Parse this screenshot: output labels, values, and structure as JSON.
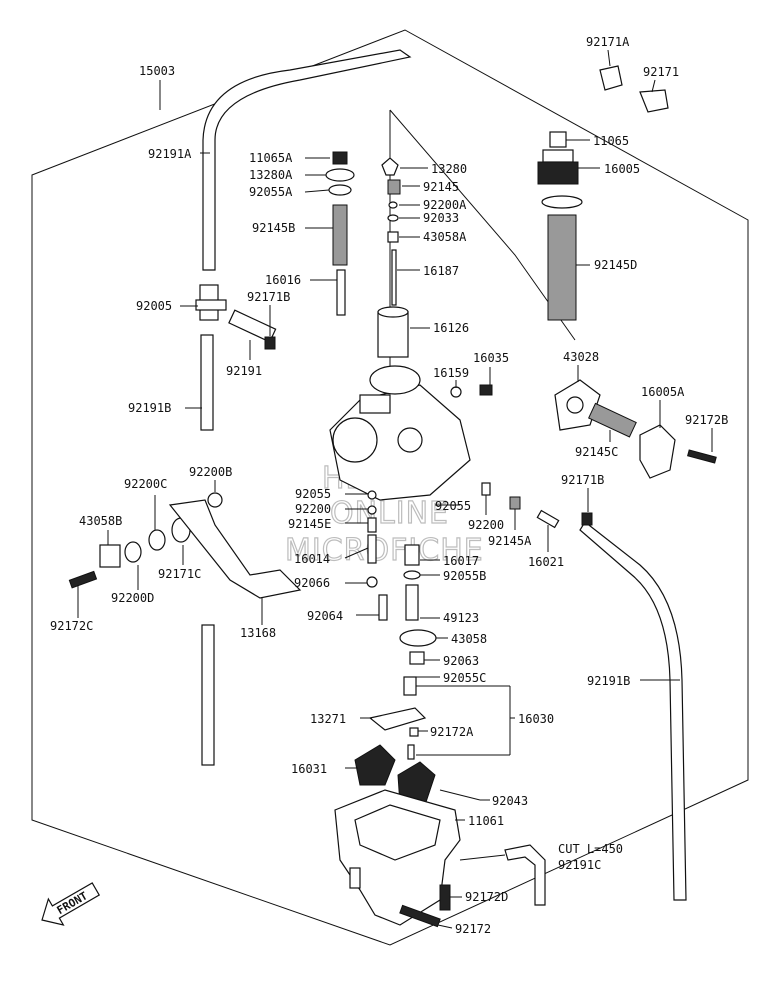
{
  "diagram": {
    "labels": [
      {
        "id": "15003",
        "text": "15003"
      },
      {
        "id": "92191A",
        "text": "92191A"
      },
      {
        "id": "92005",
        "text": "92005"
      },
      {
        "id": "92171B_l",
        "text": "92171B"
      },
      {
        "id": "92191",
        "text": "92191"
      },
      {
        "id": "92191B_l",
        "text": "92191B"
      },
      {
        "id": "92200C",
        "text": "92200C"
      },
      {
        "id": "92200B",
        "text": "92200B"
      },
      {
        "id": "43058B",
        "text": "43058B"
      },
      {
        "id": "92171C",
        "text": "92171C"
      },
      {
        "id": "92200D",
        "text": "92200D"
      },
      {
        "id": "92172C",
        "text": "92172C"
      },
      {
        "id": "13168",
        "text": "13168"
      },
      {
        "id": "11065A",
        "text": "11065A"
      },
      {
        "id": "13280A",
        "text": "13280A"
      },
      {
        "id": "92055A",
        "text": "92055A"
      },
      {
        "id": "92145B",
        "text": "92145B"
      },
      {
        "id": "16016",
        "text": "16016"
      },
      {
        "id": "13280",
        "text": "13280"
      },
      {
        "id": "92145",
        "text": "92145"
      },
      {
        "id": "92200A",
        "text": "92200A"
      },
      {
        "id": "92033",
        "text": "92033"
      },
      {
        "id": "43058A",
        "text": "43058A"
      },
      {
        "id": "16187",
        "text": "16187"
      },
      {
        "id": "16126",
        "text": "16126"
      },
      {
        "id": "16035",
        "text": "16035"
      },
      {
        "id": "16159",
        "text": "16159"
      },
      {
        "id": "92171A",
        "text": "92171A"
      },
      {
        "id": "92171",
        "text": "92171"
      },
      {
        "id": "11065",
        "text": "11065"
      },
      {
        "id": "16005",
        "text": "16005"
      },
      {
        "id": "92145D",
        "text": "92145D"
      },
      {
        "id": "43028",
        "text": "43028"
      },
      {
        "id": "16005A",
        "text": "16005A"
      },
      {
        "id": "92172B",
        "text": "92172B"
      },
      {
        "id": "92145C",
        "text": "92145C"
      },
      {
        "id": "92171B_r",
        "text": "92171B"
      },
      {
        "id": "92055_a",
        "text": "92055"
      },
      {
        "id": "92200_a",
        "text": "92200"
      },
      {
        "id": "92145E",
        "text": "92145E"
      },
      {
        "id": "92055_b",
        "text": "92055"
      },
      {
        "id": "92200_b",
        "text": "92200"
      },
      {
        "id": "92145A",
        "text": "92145A"
      },
      {
        "id": "16021",
        "text": "16021"
      },
      {
        "id": "16014",
        "text": "16014"
      },
      {
        "id": "16017",
        "text": "16017"
      },
      {
        "id": "92066",
        "text": "92066"
      },
      {
        "id": "92055B",
        "text": "92055B"
      },
      {
        "id": "92064",
        "text": "92064"
      },
      {
        "id": "49123",
        "text": "49123"
      },
      {
        "id": "43058",
        "text": "43058"
      },
      {
        "id": "92063",
        "text": "92063"
      },
      {
        "id": "92055C",
        "text": "92055C"
      },
      {
        "id": "92191B_r",
        "text": "92191B"
      },
      {
        "id": "13271",
        "text": "13271"
      },
      {
        "id": "16030",
        "text": "16030"
      },
      {
        "id": "92172A",
        "text": "92172A"
      },
      {
        "id": "16031",
        "text": "16031"
      },
      {
        "id": "92043",
        "text": "92043"
      },
      {
        "id": "11061",
        "text": "11061"
      },
      {
        "id": "cut",
        "text": "CUT L=450"
      },
      {
        "id": "92191C",
        "text": "92191C"
      },
      {
        "id": "92172D",
        "text": "92172D"
      },
      {
        "id": "92172",
        "text": "92172"
      }
    ],
    "front_arrow": "FRONT",
    "watermark": [
      "HLMS",
      "ONLINE",
      "MICROFICHE"
    ]
  }
}
